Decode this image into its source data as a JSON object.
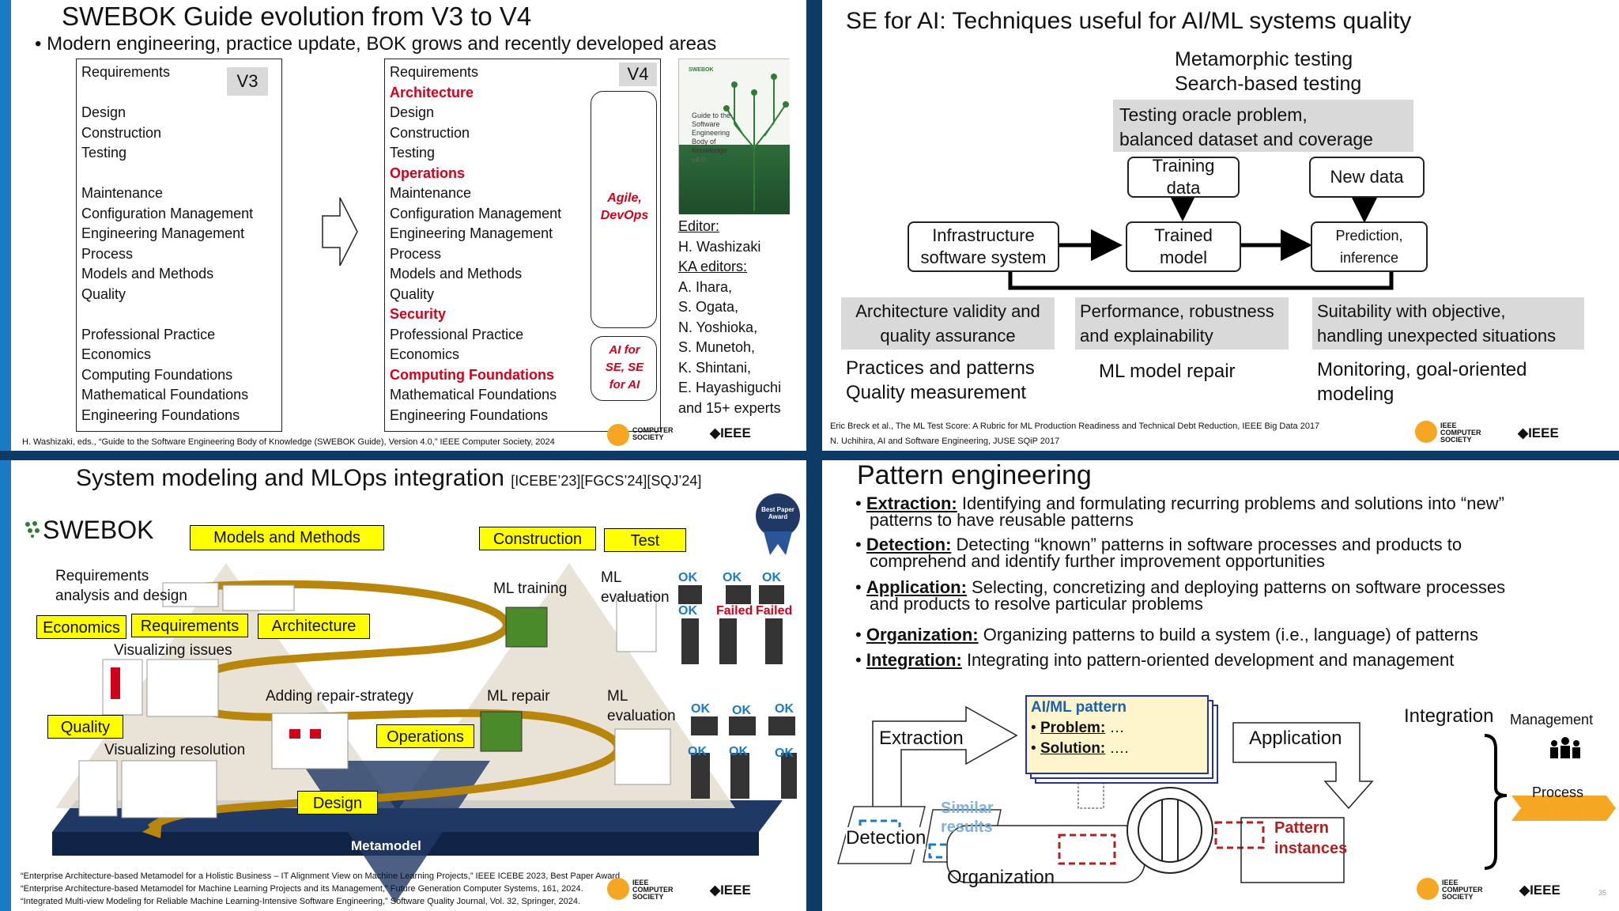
{
  "q1": {
    "title": "SWEBOK Guide evolution from V3 to V4",
    "subtitle": "Modern engineering, practice update, BOK grows and recently developed areas",
    "v3_label": "V3",
    "v4_label": "V4",
    "v3_items": [
      "Requirements",
      "",
      "Design",
      "Construction",
      "Testing",
      "",
      "Maintenance",
      "Configuration Management",
      "Engineering Management",
      "Process",
      "Models and Methods",
      "Quality",
      "",
      "Professional Practice",
      "Economics",
      "Computing Foundations",
      "Mathematical Foundations",
      "Engineering Foundations"
    ],
    "v4_items": [
      {
        "text": "Requirements",
        "new": false
      },
      {
        "text": "Architecture",
        "new": true
      },
      {
        "text": "Design",
        "new": false
      },
      {
        "text": "Construction",
        "new": false
      },
      {
        "text": "Testing",
        "new": false
      },
      {
        "text": "Operations",
        "new": true
      },
      {
        "text": "Maintenance",
        "new": false
      },
      {
        "text": "Configuration Management",
        "new": false
      },
      {
        "text": "Engineering Management",
        "new": false
      },
      {
        "text": "Process",
        "new": false
      },
      {
        "text": "Models and Methods",
        "new": false
      },
      {
        "text": "Quality",
        "new": false
      },
      {
        "text": "Security",
        "new": true
      },
      {
        "text": "Professional Practice",
        "new": false
      },
      {
        "text": "Economics",
        "new": false
      },
      {
        "text": "Computing Foundations",
        "new": true
      },
      {
        "text": "Mathematical Foundations",
        "new": false
      },
      {
        "text": "Engineering Foundations",
        "new": false
      }
    ],
    "agile_note": [
      "Agile,",
      "DevOps"
    ],
    "ai_note": [
      "AI for",
      "SE, SE",
      "for AI"
    ],
    "book_cover": {
      "brand": "SWEBOK",
      "title": [
        "Guide to the",
        "Software",
        "Engineering",
        "Body of",
        "Knowledge"
      ],
      "version": "v4.0"
    },
    "editor_label": "Editor:",
    "editor": "H. Washizaki",
    "ka_label": "KA editors:",
    "ka_editors": [
      "A. Ihara,",
      "S. Ogata,",
      "N. Yoshioka,",
      "S. Munetoh,",
      "K. Shintani,",
      "E. Hayashiguchi",
      "and 15+ experts"
    ],
    "reference": "H. Washizaki, eds., “Guide to the Software Engineering Body of Knowledge (SWEBOK Guide), Version 4.0,” IEEE Computer Society, 2024",
    "logo_cs": "COMPUTER SOCIETY",
    "logo_ieee": "◆IEEE"
  },
  "q2": {
    "title": "SE for AI: Techniques useful for AI/ML systems quality",
    "techniques": [
      "Metamorphic testing",
      "Search-based testing"
    ],
    "oracle_box": [
      "Testing oracle problem,",
      "balanced dataset and coverage"
    ],
    "training_data": [
      "Training",
      "data"
    ],
    "new_data": "New data",
    "infra": [
      "Infrastructure",
      "software system"
    ],
    "trained_model": [
      "Trained",
      "model"
    ],
    "prediction": [
      "Prediction,",
      "inference"
    ],
    "col1_box": [
      "Architecture validity and",
      "quality assurance"
    ],
    "col2_box": [
      "Performance, robustness",
      "and explainability"
    ],
    "col3_box": [
      "Suitability with objective,",
      "handling unexpected situations"
    ],
    "col1_text": [
      "Practices and patterns",
      "Quality measurement"
    ],
    "col2_text": "ML model repair",
    "col3_text": [
      "Monitoring, goal-oriented",
      "modeling"
    ],
    "refs": [
      "Eric Breck et al., The ML Test Score: A Rubric for ML Production Readiness and Technical Debt Reduction, IEEE Big Data 2017",
      "N. Uchihira, AI and Software Engineering, JUSE SQiP 2017"
    ],
    "logo_cs": "IEEE COMPUTER SOCIETY",
    "logo_ieee": "◆IEEE"
  },
  "q3": {
    "title": "System modeling and MLOps integration",
    "title_refs": "[ICEBE’23][FGCS’24][SQJ’24]",
    "swebok_logo": "SWEBOK",
    "models_methods": "Models and Methods",
    "construction": "Construction",
    "test": "Test",
    "economics": "Economics",
    "requirements": "Requirements",
    "architecture": "Architecture",
    "quality": "Quality",
    "operations": "Operations",
    "design": "Design",
    "metamodel": "Metamodel",
    "req_analysis": [
      "Requirements",
      "analysis and design"
    ],
    "visualizing_issues": "Visualizing issues",
    "adding_repair": "Adding repair-strategy",
    "visualizing_resolution": "Visualizing resolution",
    "ml_training": "ML training",
    "ml_evaluation": [
      "ML",
      "evaluation"
    ],
    "ml_repair": "ML repair",
    "ml_evaluation2": [
      "ML",
      "evaluation"
    ],
    "ok": "OK",
    "failed": "Failed",
    "badge": [
      "Best Paper",
      "Award"
    ],
    "refs": [
      "“Enterprise Architecture-based Metamodel for a Holistic Business – IT Alignment View on Machine Learning Projects,” IEEE ICEBE 2023, Best Paper Award",
      "“Enterprise Architecture-based Metamodel for Machine Learning Projects and its Management,” Future Generation Computer Systems, 161, 2024.",
      "“Integrated Multi-view Modeling for Reliable Machine Learning-Intensive Software Engineering,” Software Quality Journal, Vol. 32, Springer, 2024."
    ],
    "logo_cs": "IEEE COMPUTER SOCIETY",
    "logo_ieee": "◆IEEE"
  },
  "q4": {
    "title": "Pattern engineering",
    "bullets": [
      {
        "term": "Extraction:",
        "text": " Identifying and formulating recurring problems and solutions into “new”",
        "line2": "patterns to have reusable patterns"
      },
      {
        "term": "Detection:",
        "text": " Detecting “known” patterns in software processes and products to",
        "line2": "comprehend and identify further improvement opportunities"
      },
      {
        "term": "Application:",
        "text": " Selecting, concretizing and deploying patterns on software processes",
        "line2": "and products to resolve particular problems"
      },
      {
        "term": "Organization:",
        "text": " Organizing patterns to build a system (i.e., language) of patterns",
        "line2": ""
      },
      {
        "term": "Integration:",
        "text": " Integrating into pattern-oriented development and management",
        "line2": ""
      }
    ],
    "extraction": "Extraction",
    "pattern_title": "AI/ML pattern",
    "problem_label": "Problem:",
    "problem_val": "…",
    "solution_label": "Solution:",
    "solution_val": "….",
    "application": "Application",
    "integration": "Integration",
    "management": "Management",
    "process": "Process",
    "similar_results": [
      "Similar",
      "results"
    ],
    "detection": "Detection",
    "pattern_instances": [
      "Pattern",
      "instances"
    ],
    "organization": "Organization",
    "page_number": "35",
    "logo_cs": "IEEE COMPUTER SOCIETY",
    "logo_ieee": "◆IEEE"
  },
  "colors": {
    "accent": "#1b7ac4",
    "highlight": "#ffff00",
    "red": "#d0021b",
    "gold": "#b8860b",
    "navy": "#1f3864"
  }
}
